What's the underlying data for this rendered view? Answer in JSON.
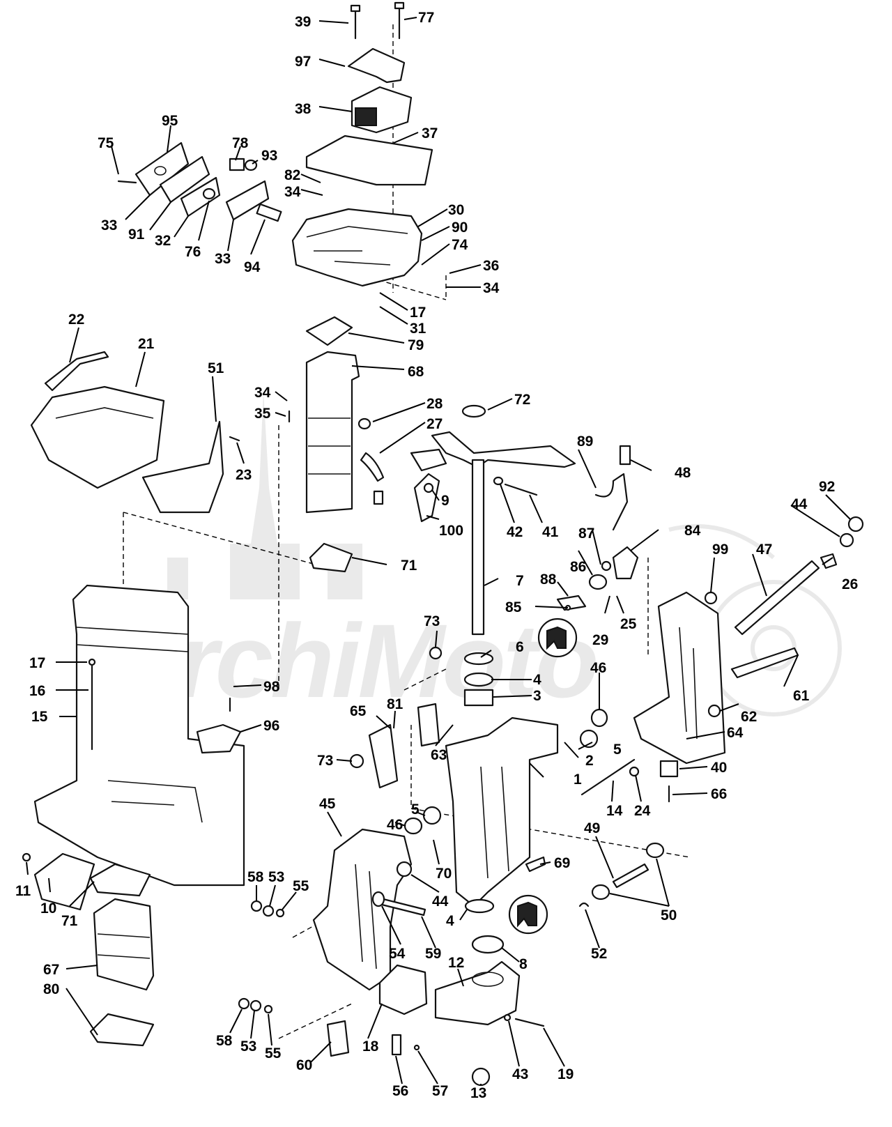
{
  "watermark": {
    "text": "ArchiMoto"
  },
  "callouts": [
    {
      "id": "c39",
      "label": "39"
    },
    {
      "id": "c77",
      "label": "77"
    },
    {
      "id": "c97",
      "label": "97"
    },
    {
      "id": "c38",
      "label": "38"
    },
    {
      "id": "c37",
      "label": "37"
    },
    {
      "id": "c95",
      "label": "95"
    },
    {
      "id": "c75",
      "label": "75"
    },
    {
      "id": "c78",
      "label": "78"
    },
    {
      "id": "c93",
      "label": "93"
    },
    {
      "id": "c82",
      "label": "82"
    },
    {
      "id": "c34a",
      "label": "34"
    },
    {
      "id": "c33a",
      "label": "33"
    },
    {
      "id": "c91",
      "label": "91"
    },
    {
      "id": "c32",
      "label": "32"
    },
    {
      "id": "c76",
      "label": "76"
    },
    {
      "id": "c33b",
      "label": "33"
    },
    {
      "id": "c94",
      "label": "94"
    },
    {
      "id": "c30",
      "label": "30"
    },
    {
      "id": "c90",
      "label": "90"
    },
    {
      "id": "c74",
      "label": "74"
    },
    {
      "id": "c36",
      "label": "36"
    },
    {
      "id": "c34b",
      "label": "34"
    },
    {
      "id": "c17a",
      "label": "17"
    },
    {
      "id": "c31",
      "label": "31"
    },
    {
      "id": "c79",
      "label": "79"
    },
    {
      "id": "c68",
      "label": "68"
    },
    {
      "id": "c22",
      "label": "22"
    },
    {
      "id": "c21",
      "label": "21"
    },
    {
      "id": "c51",
      "label": "51"
    },
    {
      "id": "c23",
      "label": "23"
    },
    {
      "id": "c34c",
      "label": "34"
    },
    {
      "id": "c35",
      "label": "35"
    },
    {
      "id": "c28",
      "label": "28"
    },
    {
      "id": "c27",
      "label": "27"
    },
    {
      "id": "c72",
      "label": "72"
    },
    {
      "id": "c89",
      "label": "89"
    },
    {
      "id": "c48",
      "label": "48"
    },
    {
      "id": "c92",
      "label": "92"
    },
    {
      "id": "c44a",
      "label": "44"
    },
    {
      "id": "c9",
      "label": "9"
    },
    {
      "id": "c100",
      "label": "100"
    },
    {
      "id": "c42",
      "label": "42"
    },
    {
      "id": "c41",
      "label": "41"
    },
    {
      "id": "c87",
      "label": "87"
    },
    {
      "id": "c84",
      "label": "84"
    },
    {
      "id": "c99",
      "label": "99"
    },
    {
      "id": "c47",
      "label": "47"
    },
    {
      "id": "c26",
      "label": "26"
    },
    {
      "id": "c71a",
      "label": "71"
    },
    {
      "id": "c7",
      "label": "7"
    },
    {
      "id": "c86",
      "label": "86"
    },
    {
      "id": "c88",
      "label": "88"
    },
    {
      "id": "c85",
      "label": "85"
    },
    {
      "id": "c29",
      "label": "29"
    },
    {
      "id": "c25",
      "label": "25"
    },
    {
      "id": "c73a",
      "label": "73"
    },
    {
      "id": "c6",
      "label": "6"
    },
    {
      "id": "c4a",
      "label": "4"
    },
    {
      "id": "c3",
      "label": "3"
    },
    {
      "id": "c46a",
      "label": "46"
    },
    {
      "id": "c61",
      "label": "61"
    },
    {
      "id": "c62",
      "label": "62"
    },
    {
      "id": "c17b",
      "label": "17"
    },
    {
      "id": "c16",
      "label": "16"
    },
    {
      "id": "c15",
      "label": "15"
    },
    {
      "id": "c98",
      "label": "98"
    },
    {
      "id": "c96",
      "label": "96"
    },
    {
      "id": "c81",
      "label": "81"
    },
    {
      "id": "c65",
      "label": "65"
    },
    {
      "id": "c63",
      "label": "63"
    },
    {
      "id": "c5a",
      "label": "5"
    },
    {
      "id": "c2",
      "label": "2"
    },
    {
      "id": "c64",
      "label": "64"
    },
    {
      "id": "c73b",
      "label": "73"
    },
    {
      "id": "c1",
      "label": "1"
    },
    {
      "id": "c40",
      "label": "40"
    },
    {
      "id": "c66",
      "label": "66"
    },
    {
      "id": "c14",
      "label": "14"
    },
    {
      "id": "c24",
      "label": "24"
    },
    {
      "id": "c45",
      "label": "45"
    },
    {
      "id": "c5b",
      "label": "5"
    },
    {
      "id": "c46b",
      "label": "46"
    },
    {
      "id": "c70",
      "label": "70"
    },
    {
      "id": "c49",
      "label": "49"
    },
    {
      "id": "c69",
      "label": "69"
    },
    {
      "id": "c11",
      "label": "11"
    },
    {
      "id": "c10",
      "label": "10"
    },
    {
      "id": "c71b",
      "label": "71"
    },
    {
      "id": "c58a",
      "label": "58"
    },
    {
      "id": "c53a",
      "label": "53"
    },
    {
      "id": "c55a",
      "label": "55"
    },
    {
      "id": "c44b",
      "label": "44"
    },
    {
      "id": "c4b",
      "label": "4"
    },
    {
      "id": "c50",
      "label": "50"
    },
    {
      "id": "c54",
      "label": "54"
    },
    {
      "id": "c59",
      "label": "59"
    },
    {
      "id": "c52",
      "label": "52"
    },
    {
      "id": "c8",
      "label": "8"
    },
    {
      "id": "c12",
      "label": "12"
    },
    {
      "id": "c67",
      "label": "67"
    },
    {
      "id": "c80",
      "label": "80"
    },
    {
      "id": "c58b",
      "label": "58"
    },
    {
      "id": "c53b",
      "label": "53"
    },
    {
      "id": "c55b",
      "label": "55"
    },
    {
      "id": "c60",
      "label": "60"
    },
    {
      "id": "c18",
      "label": "18"
    },
    {
      "id": "c56",
      "label": "56"
    },
    {
      "id": "c57",
      "label": "57"
    },
    {
      "id": "c13",
      "label": "13"
    },
    {
      "id": "c43",
      "label": "43"
    },
    {
      "id": "c19",
      "label": "19"
    }
  ]
}
